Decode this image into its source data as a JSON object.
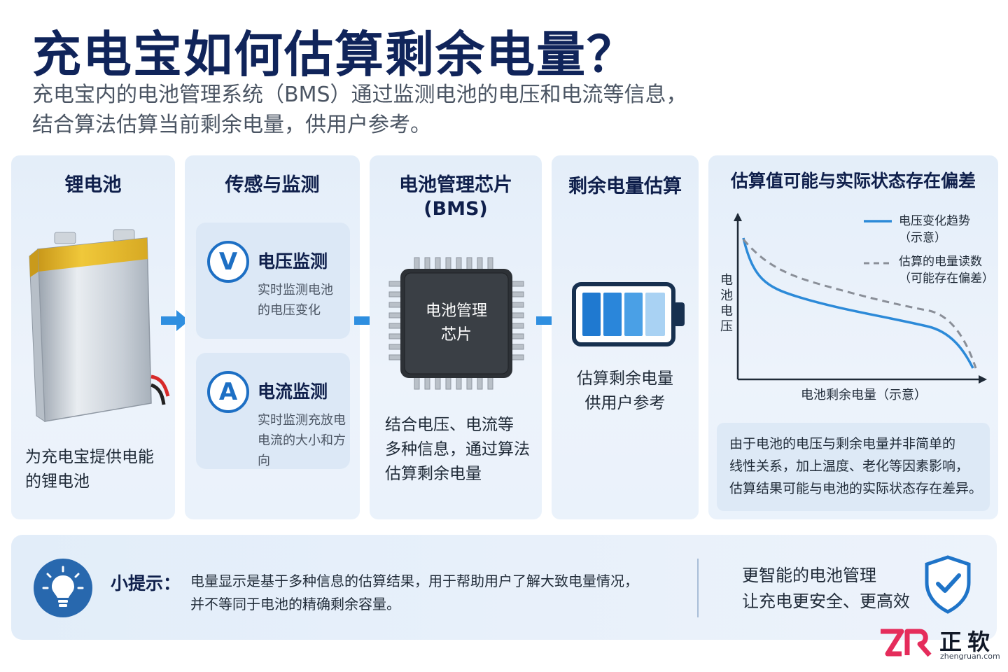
{
  "header": {
    "title": "充电宝如何估算剩余电量？",
    "subtitle_line1": "充电宝内的电池管理系统（BMS）通过监测电池的电压和电流等信息，",
    "subtitle_line2": "结合算法估算当前剩余电量，供用户参考。"
  },
  "panels": {
    "battery": {
      "title": "锂电池",
      "desc_line1": "为充电宝提供电能",
      "desc_line2": "的锂电池"
    },
    "sensing": {
      "title": "传感与监测",
      "voltage": {
        "icon_letter": "V",
        "title": "电压监测",
        "text_line1": "实时监测电池",
        "text_line2": "的电压变化"
      },
      "current": {
        "icon_letter": "A",
        "title": "电流监测",
        "text_line1": "实时监测充放电",
        "text_line2": "电流的大小和方向"
      }
    },
    "bms": {
      "title_line1": "电池管理芯片",
      "title_line2": "(BMS)",
      "chip_line1": "电池管理",
      "chip_line2": "芯片",
      "desc_line1": "结合电压、电流等",
      "desc_line2": "多种信息，通过算法",
      "desc_line3": "估算剩余电量"
    },
    "estimate": {
      "title": "剩余电量估算",
      "desc_line1": "估算剩余电量",
      "desc_line2": "供用户参考"
    },
    "deviation": {
      "title": "估算值可能与实际状态存在偏差",
      "legend_voltage_line1": "电压变化趋势",
      "legend_voltage_line2": "（示意）",
      "legend_estimate_line1": "估算的电量读数",
      "legend_estimate_line2": "（可能存在偏差）",
      "y_label": [
        "电",
        "池",
        "电",
        "压"
      ],
      "x_label": "电池剩余电量（示意）",
      "note_line1": "由于电池的电压与剩余电量并非简单的",
      "note_line2": "线性关系，加上温度、老化等因素影响，",
      "note_line3": "估算结果可能与电池的实际状态存在差异。"
    }
  },
  "tip": {
    "label": "小提示：",
    "text_line1": "电量显示是基于多种信息的估算结果，用于帮助用户了解大致电量情况，",
    "text_line2": "并不等同于电池的精确剩余容量。",
    "smart_line1": "更智能的电池管理",
    "smart_line2": "让充电更安全、更高效"
  },
  "logo": {
    "name": "正软",
    "domain": "zhengruan.com"
  },
  "icons": {
    "battery_cell": "lithium-battery-icon",
    "chip": "chip-icon",
    "battery_level": "battery-level-icon",
    "bulb": "lightbulb-icon",
    "shield": "shield-check-icon",
    "arrow": "arrow-right-icon"
  },
  "colors": {
    "title": "#10245a",
    "accent_blue": "#1d6fc4",
    "battery_gold": "#e7b928",
    "dashed_gray": "#8a8f98",
    "logo_red": "#e52c5b"
  }
}
